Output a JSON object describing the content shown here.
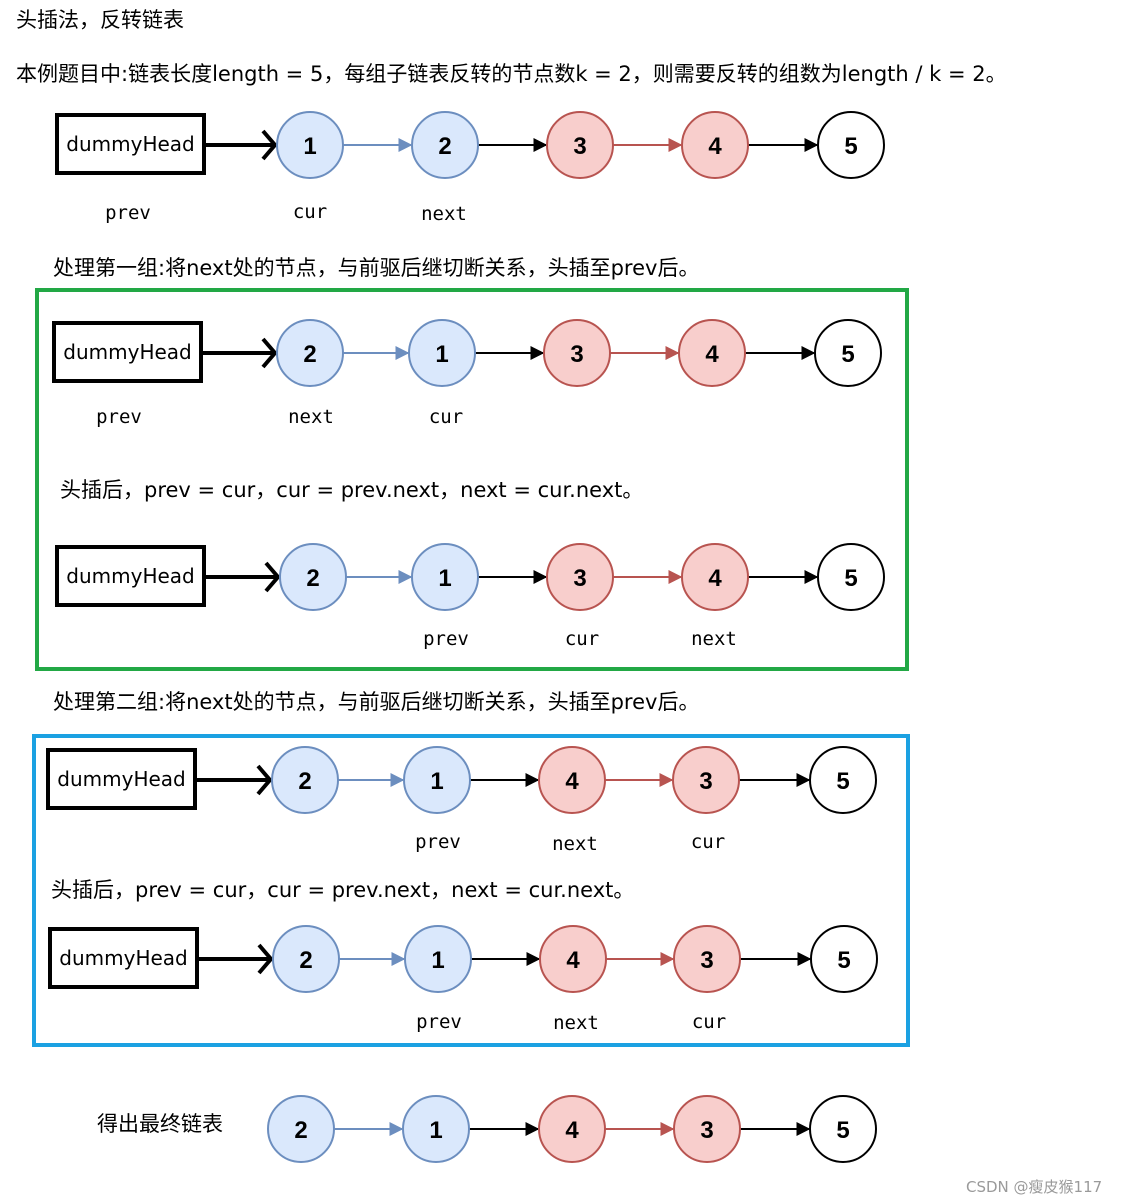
{
  "title": "头插法，反转链表",
  "intro": "本例题目中:链表长度length = 5，每组子链表反转的节点数k = 2，则需要反转的组数为length / k = 2。",
  "dummy_label": "dummyHead",
  "colors": {
    "blue_fill": "#dae8fc",
    "blue_stroke": "#6c8ebf",
    "red_fill": "#f8cecc",
    "red_stroke": "#b85450",
    "white_fill": "#ffffff",
    "black_stroke": "#000000",
    "group1_frame": "#22a845",
    "group2_frame": "#1ba1e2"
  },
  "step0": {
    "nodes": [
      "1",
      "2",
      "3",
      "4",
      "5"
    ],
    "labels": {
      "dummy": "prev",
      "n1": "cur",
      "n2": "next"
    }
  },
  "group1": {
    "heading": "处理第一组:将next处的节点，与前驱后继切断关系，头插至prev后。",
    "before": {
      "nodes": [
        "2",
        "1",
        "3",
        "4",
        "5"
      ],
      "labels": {
        "dummy": "prev",
        "n1": "next",
        "n2": "cur"
      }
    },
    "after_text": "头插后，prev = cur，cur = prev.next，next = cur.next。",
    "after": {
      "nodes": [
        "2",
        "1",
        "3",
        "4",
        "5"
      ],
      "labels": {
        "n2": "prev",
        "n3": "cur",
        "n4": "next"
      }
    }
  },
  "group2": {
    "heading": "处理第二组:将next处的节点，与前驱后继切断关系，头插至prev后。",
    "before": {
      "nodes": [
        "2",
        "1",
        "4",
        "3",
        "5"
      ],
      "labels": {
        "n2": "prev",
        "n3": "next",
        "n4": "cur"
      }
    },
    "after_text": "头插后，prev = cur，cur = prev.next，next = cur.next。",
    "after": {
      "nodes": [
        "2",
        "1",
        "4",
        "3",
        "5"
      ],
      "labels": {
        "n2": "prev",
        "n3": "next",
        "n4": "cur"
      }
    }
  },
  "final": {
    "label": "得出最终链表",
    "nodes": [
      "2",
      "1",
      "4",
      "3",
      "5"
    ]
  },
  "watermark": "CSDN @瘦皮猴117"
}
